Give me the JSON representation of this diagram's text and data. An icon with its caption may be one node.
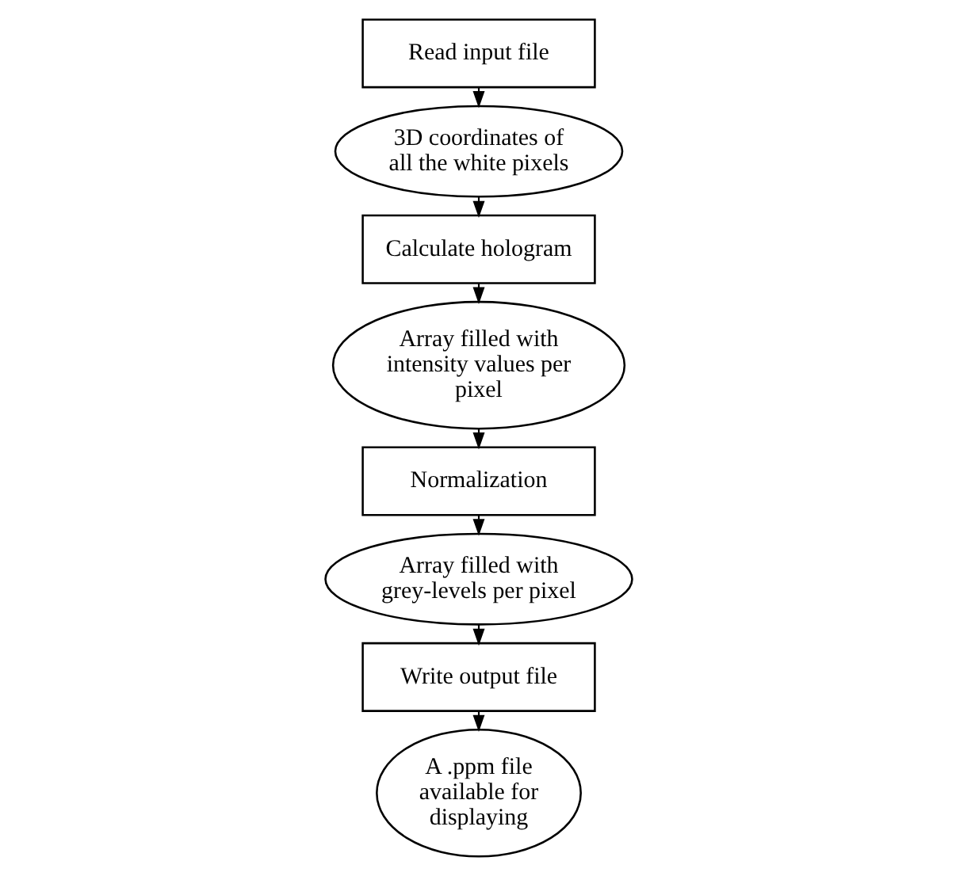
{
  "diagram": {
    "nodes": [
      {
        "text": [
          "Read input file"
        ]
      },
      {
        "text": [
          "3D coordinates of all the white pixels"
        ]
      },
      {
        "text": [
          "Calculate hologram"
        ]
      },
      {
        "text": [
          "Array filled with intensity values per pixel"
        ]
      },
      {
        "text": [
          "Normalization"
        ]
      },
      {
        "text": [
          "Array filled with grey-levels per pixel"
        ]
      },
      {
        "text": [
          "Write output file"
        ]
      },
      {
        "text": [
          "A .ppm file available for displaying"
        ]
      }
    ],
    "edges": [
      {
        "from": 0,
        "to": 1,
        "arrow": "to"
      },
      {
        "from": 1,
        "to": 2,
        "arrow": "to"
      },
      {
        "from": 2,
        "to": 3,
        "arrow": "to"
      },
      {
        "from": 3,
        "to": 4,
        "arrow": "to"
      },
      {
        "from": 4,
        "to": 5,
        "arrow": "to"
      },
      {
        "from": 5,
        "to": 6,
        "arrow": "to"
      },
      {
        "from": 6,
        "to": 7,
        "arrow": "to"
      }
    ]
  }
}
